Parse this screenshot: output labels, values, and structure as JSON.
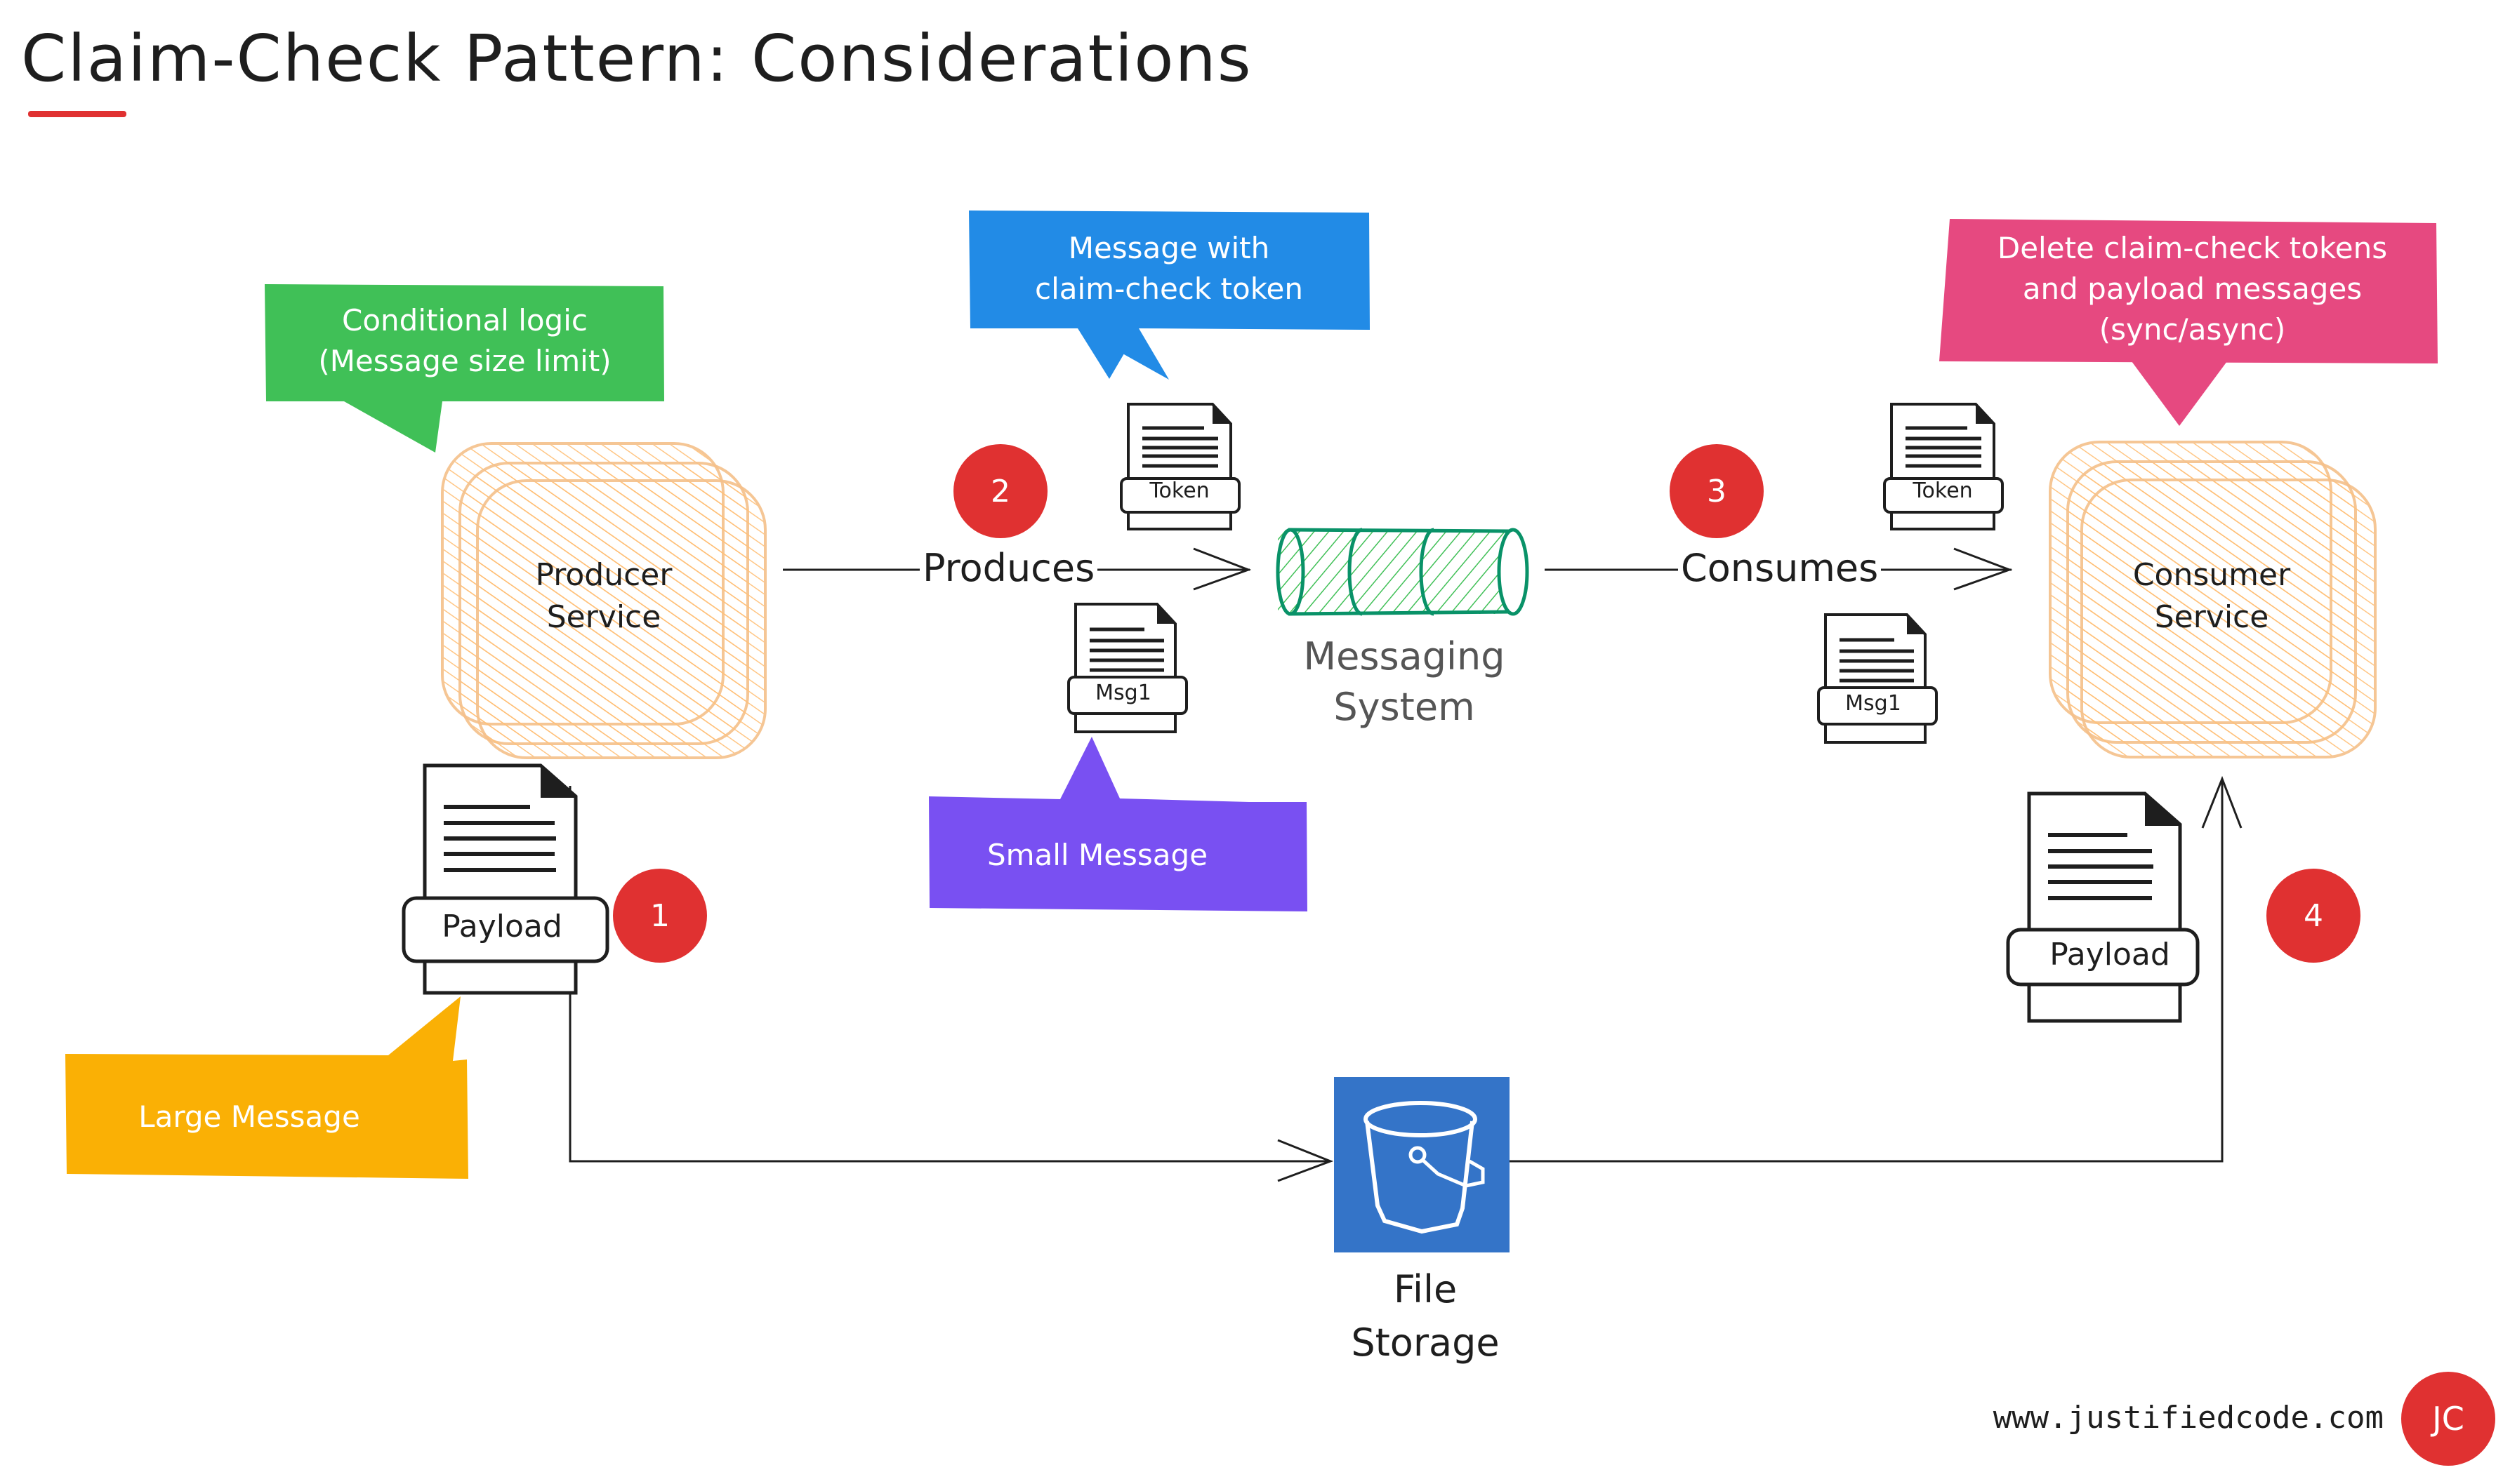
{
  "title": "Claim-Check Pattern: Considerations",
  "colors": {
    "accent_red": "#e03131",
    "green_note": "#40c057",
    "blue_note": "#228be6",
    "pink_note": "#e64980",
    "purple_note": "#7950f2",
    "yellow_note": "#fab005",
    "service_fill": "#ffc078",
    "queue_green": "#099268",
    "storage_blue": "#3474c8"
  },
  "notes": {
    "conditional_logic": "Conditional logic\n(Message size limit)",
    "message_with_token": "Message with\nclaim-check token",
    "delete_tokens": "Delete claim-check tokens\nand payload messages\n(sync/async)",
    "small_message": "Small Message",
    "large_message": "Large Message"
  },
  "services": {
    "producer": "Producer\nService",
    "consumer": "Consumer\nService",
    "messaging": "Messaging\nSystem",
    "storage": "File\nStorage"
  },
  "flows": {
    "produces": "Produces",
    "consumes": "Consumes"
  },
  "documents": {
    "token": "Token",
    "msg": "Msg1",
    "payload": "Payload"
  },
  "steps": [
    "1",
    "2",
    "3",
    "4"
  ],
  "icons": {
    "storage": "bucket-icon",
    "queue": "cylinder-queue-icon",
    "document": "document-icon"
  },
  "footer": {
    "url": "www.justifiedcode.com",
    "logo": "JC"
  }
}
